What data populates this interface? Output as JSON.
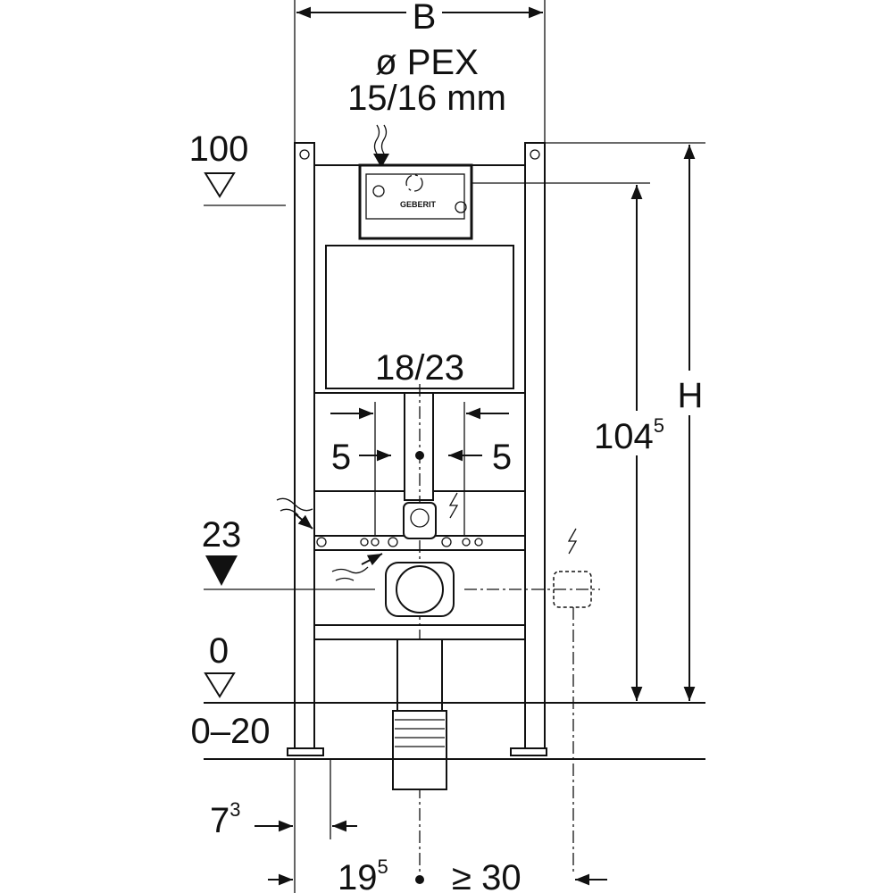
{
  "title": "Geberit installation frame dimension drawing",
  "labels": {
    "width": "B",
    "pex_line1": "ø PEX",
    "pex_line2": "15/16 mm",
    "level_100": "100",
    "level_23": "23",
    "level_0": "0",
    "floor_range": "0–20",
    "pipe_size": "18/23",
    "offset_left": "5",
    "offset_right": "5",
    "height_base": "104",
    "height_sup": "5",
    "height_total": "H",
    "foot_base": "7",
    "foot_sup": "3",
    "depth_base": "19",
    "depth_sup": "5",
    "min_distance": "≥ 30"
  },
  "logo_text": "GEBERIT"
}
